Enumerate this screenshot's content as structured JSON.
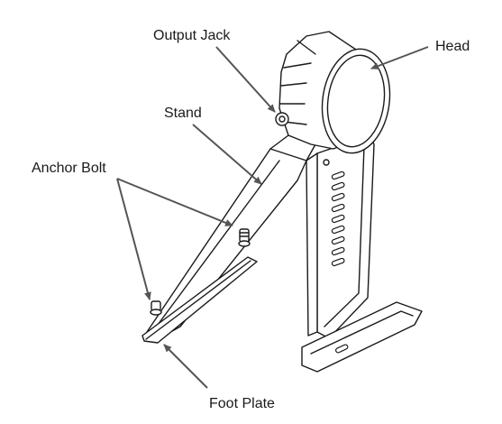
{
  "labels": {
    "output_jack": "Output Jack",
    "head": "Head",
    "stand": "Stand",
    "anchor_bolt": "Anchor Bolt",
    "foot_plate": "Foot Plate"
  },
  "colors": {
    "line": "#1a1a1a",
    "arrow": "#555555",
    "background": "#ffffff"
  }
}
